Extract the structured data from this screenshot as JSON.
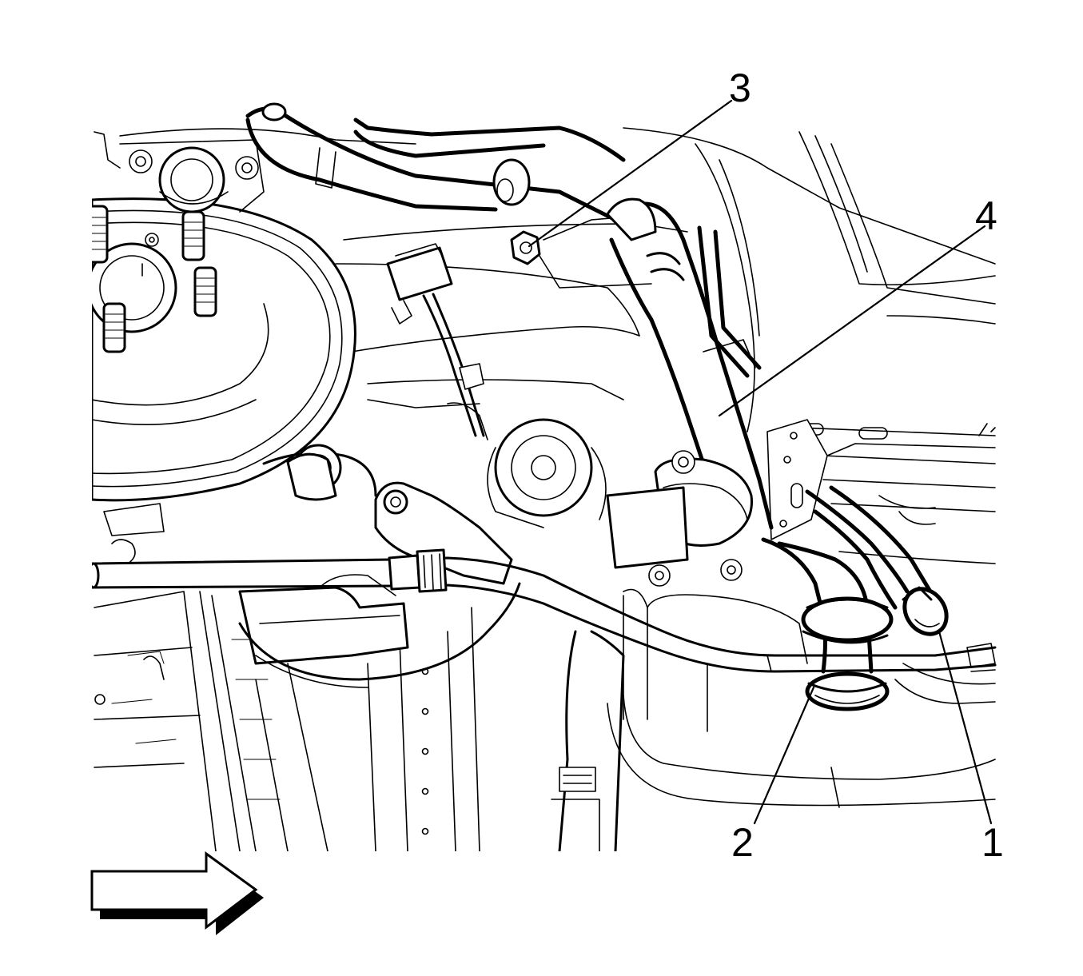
{
  "callouts": [
    {
      "id": "1",
      "label": "1"
    },
    {
      "id": "2",
      "label": "2"
    },
    {
      "id": "3",
      "label": "3"
    },
    {
      "id": "4",
      "label": "4"
    }
  ],
  "icons": {
    "direction_arrow": "right-arrow-icon"
  },
  "colors": {
    "line": "#000000",
    "background": "#ffffff"
  }
}
